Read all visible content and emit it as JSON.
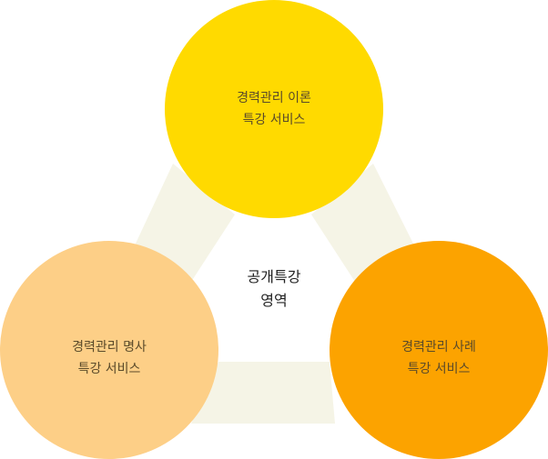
{
  "center": {
    "line1": "공개특강",
    "line2": "영역"
  },
  "circles": [
    {
      "id": "theory",
      "line1": "경력관리 이론",
      "line2": "특강 서비스",
      "color": "#FFDA00"
    },
    {
      "id": "mentor",
      "line1": "경력관리 명사",
      "line2": "특강 서비스",
      "color": "#FDCF87"
    },
    {
      "id": "case",
      "line1": "경력관리 사례",
      "line2": "특강 서비스",
      "color": "#FCA300"
    }
  ],
  "colors": {
    "connector": "#F5F4E6",
    "text": "#5a4a2a"
  }
}
